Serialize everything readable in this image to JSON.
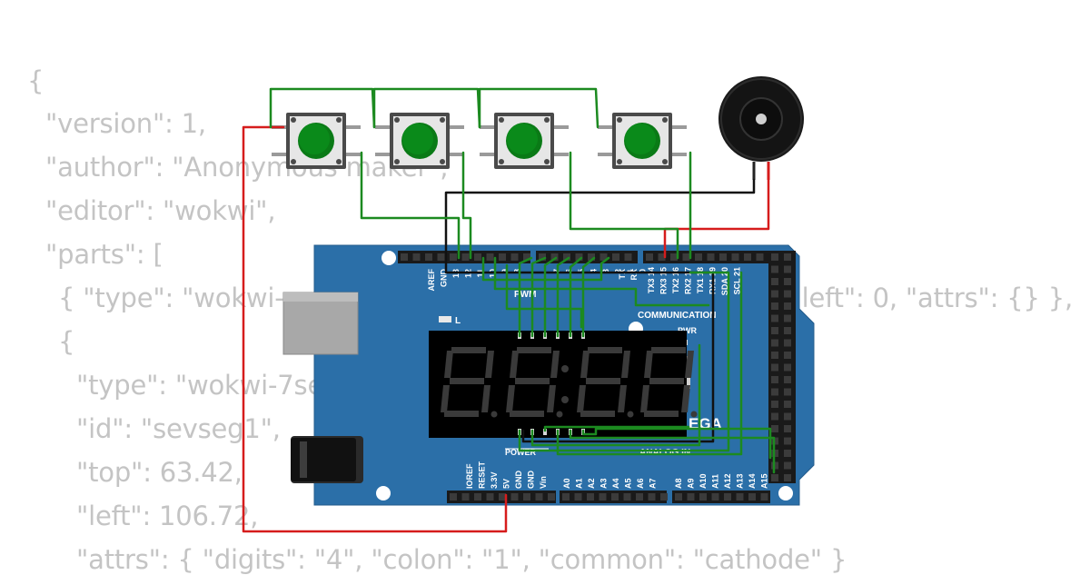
{
  "code": {
    "lines": [
      "{",
      "\"version\": 1,",
      "\"author\": \"Anonymous maker\",",
      "\"editor\": \"wokwi\",",
      "\"parts\": [",
      "{ \"type\": \"wokwi-arduino-mega\", \"id\": \"mega\", \"top\": 0, \"left\": 0, \"attrs\": {} },",
      "{",
      "\"type\": \"wokwi-7segment\",",
      "\"id\": \"sevseg1\",",
      "\"top\": 63.42,",
      "\"left\": 106.72,",
      "\"attrs\": { \"digits\": \"4\", \"colon\": \"1\", \"common\": \"cathode\" }"
    ]
  },
  "board": {
    "led_label": "L",
    "pwm_label": "PWM",
    "communication_label": "COMMUNICATION",
    "power_label": "POWER",
    "analog_label": "ANALOG IN",
    "pwr_label": "PWR",
    "brand_fragment": "EGA",
    "top_pins_left": [
      "AREF",
      "GND",
      "13",
      "12",
      "11",
      "10",
      "9",
      "8"
    ],
    "top_pins_mid": [
      "7",
      "6",
      "5",
      "4",
      "3",
      "2",
      "1",
      "0"
    ],
    "top_pins_tx": [
      "TX",
      "RX"
    ],
    "top_pins_comm": [
      "TX3 14",
      "RX3 15",
      "TX2 16",
      "RX2 17",
      "TX1 18",
      "RX1 19",
      "SDA 20",
      "SCL 21"
    ],
    "bottom_power_pins": [
      "IOREF",
      "RESET",
      "3.3V",
      "5V",
      "GND",
      "GND",
      "Vin"
    ],
    "bottom_analog_pins_a": [
      "A0",
      "A1",
      "A2",
      "A3",
      "A4",
      "A5",
      "A6",
      "A7"
    ],
    "bottom_analog_pins_b": [
      "A8",
      "A9",
      "A10",
      "A11",
      "A12",
      "A13",
      "A14",
      "A15"
    ]
  },
  "colors": {
    "board": "#2b6fa8",
    "button_cap": "#0a8a1a",
    "wire_green": "#1c8a20",
    "wire_red": "#d61c1c",
    "wire_black": "#111111",
    "segment_off": "#3a3a3a"
  }
}
